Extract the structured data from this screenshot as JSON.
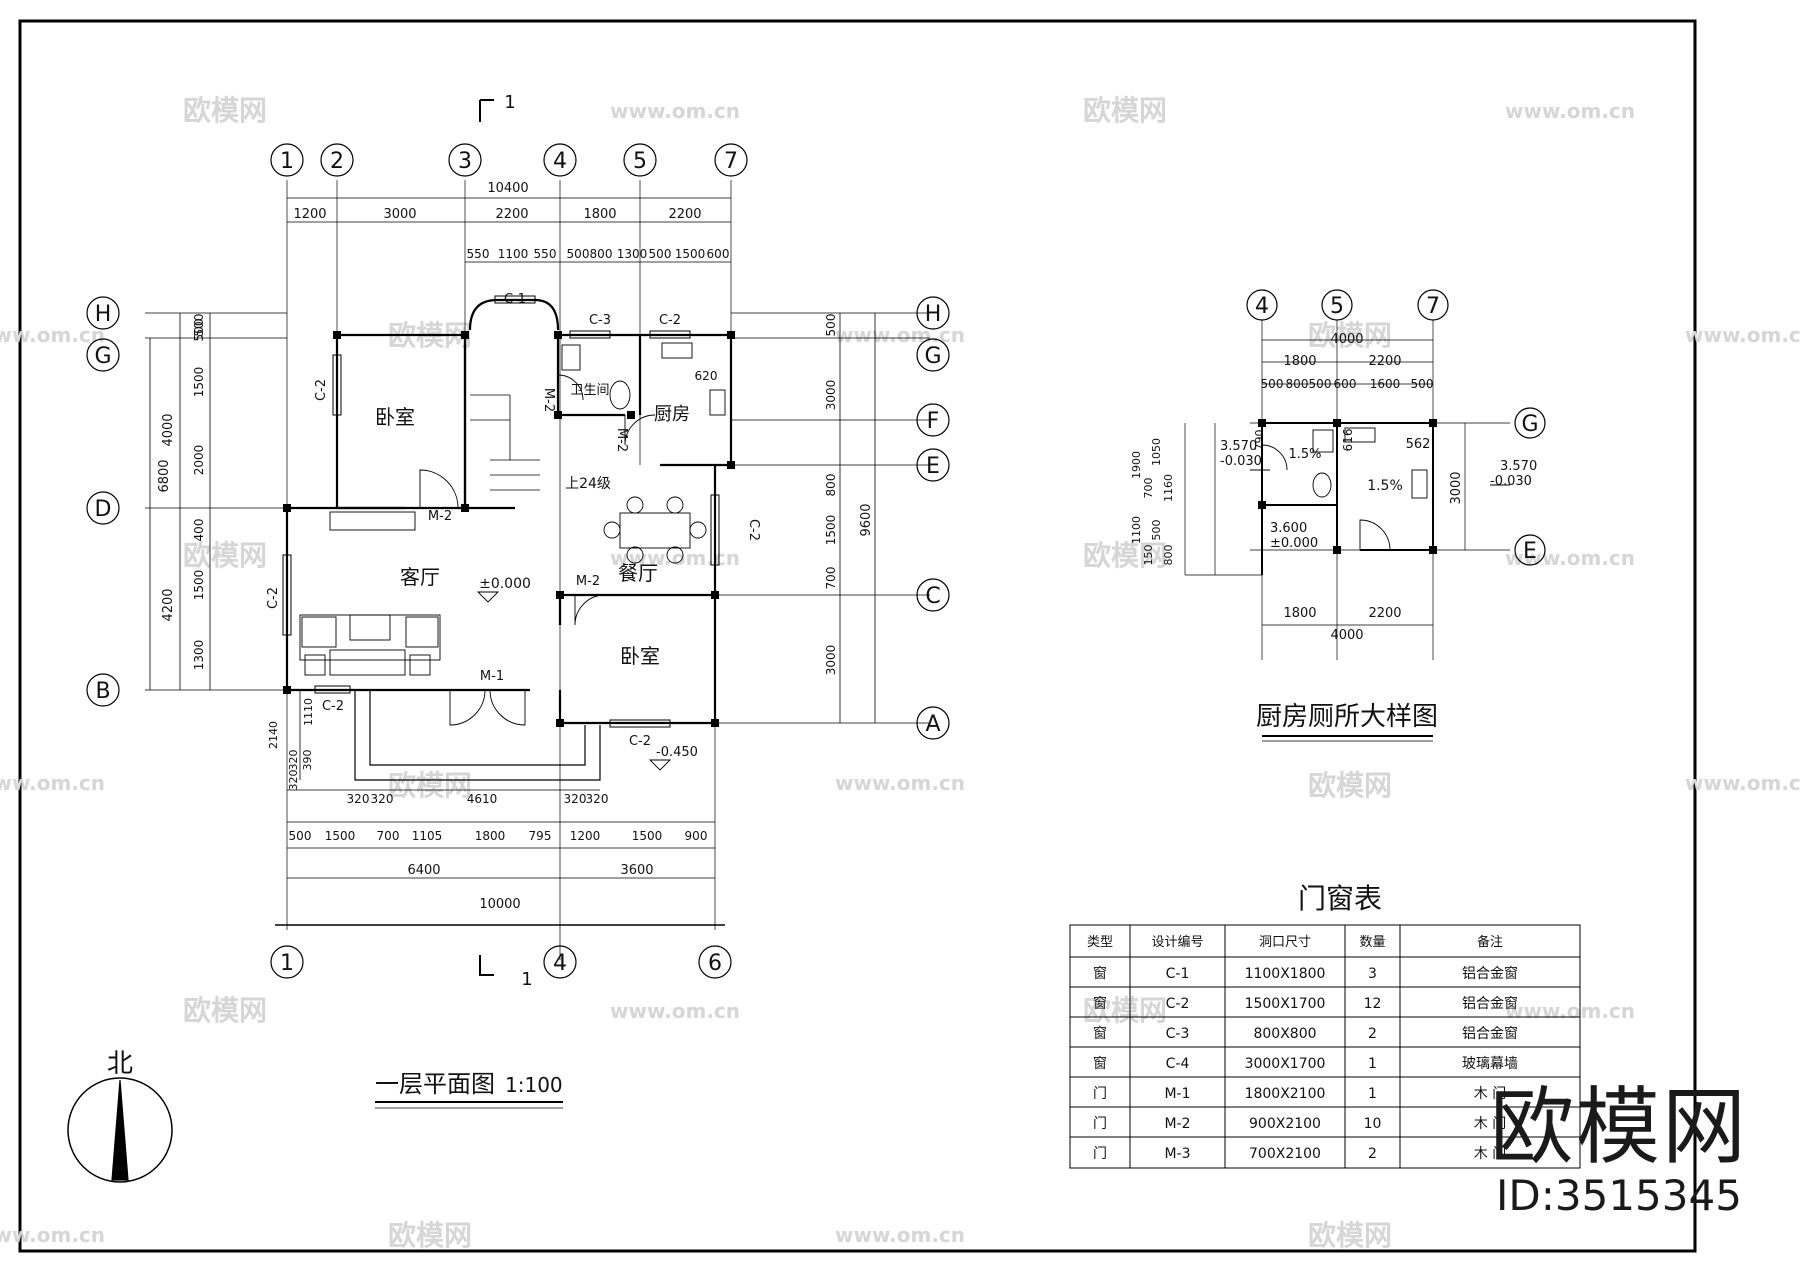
{
  "plan": {
    "section_mark": "1",
    "axes_top": [
      "1",
      "2",
      "3",
      "4",
      "5",
      "7"
    ],
    "axes_bottom": [
      "1",
      "4",
      "6"
    ],
    "axes_left": [
      "H",
      "G",
      "D",
      "B"
    ],
    "axes_right": [
      "H",
      "G",
      "F",
      "E",
      "C",
      "A"
    ],
    "dims_top_total": "10400",
    "dims_top_axis": [
      "1200",
      "3000",
      "2200",
      "1800",
      "2200"
    ],
    "dims_top_detail": [
      "550",
      "1100",
      "550",
      "500",
      "800",
      "1300",
      "500",
      "1500",
      "600"
    ],
    "dims_left_outer": [
      "6800",
      "4000",
      "4200"
    ],
    "dims_left_mid": [
      "500",
      "1500",
      "2000",
      "400",
      "1500",
      "1300",
      "500"
    ],
    "dims_left_porch": [
      "2140",
      "1110",
      "320",
      "390",
      "320"
    ],
    "dims_right_inner": [
      "500",
      "3000",
      "800",
      "1500",
      "700",
      "3000"
    ],
    "dims_right_total": "9600",
    "dims_bottom_porch": [
      "320",
      "320",
      "4610",
      "320",
      "320"
    ],
    "dims_bottom_detail": [
      "500",
      "1500",
      "700",
      "1105",
      "1800",
      "795",
      "1200",
      "1500",
      "900"
    ],
    "dims_bottom_axis": [
      "6400",
      "3600"
    ],
    "dims_bottom_total": "10000",
    "rooms": {
      "bedroom_1": "卧室",
      "bedroom_2": "卧室",
      "living": "客厅",
      "dining": "餐厅",
      "kitchen": "厨房",
      "wc": "卫生间"
    },
    "labels": {
      "c1": "C-1",
      "c2_left_top": "C-2",
      "c2_left_bot": "C-2",
      "c2_right": "C-2",
      "c2_porch": "C-2",
      "c2_bottom": "C-2",
      "c2_top": "C-2",
      "c3": "C-3",
      "m1": "M-1",
      "m2_a": "M-2",
      "m2_b": "M-2",
      "m2_c": "M-2",
      "m2_d": "M-2",
      "stair": "上24级",
      "elev_living": "±0.000",
      "elev_porch": "-0.450",
      "elev_kitchen": "620"
    },
    "title": "一层平面图",
    "scale": "1:100",
    "north": "北"
  },
  "detail": {
    "axes_top": [
      "4",
      "5",
      "7"
    ],
    "axes_right": [
      "G",
      "E"
    ],
    "dim_total_top": "4000",
    "dims_top": [
      "1800",
      "2200"
    ],
    "dims_top_detail": [
      "500",
      "800",
      "500",
      "600",
      "1600",
      "500"
    ],
    "dims_bottom": [
      "1800",
      "2200"
    ],
    "dim_total_bottom": "4000",
    "dims_left": [
      "1900",
      "1050",
      "790",
      "1100",
      "500",
      "700",
      "1160",
      "150",
      "800"
    ],
    "dims_right": [
      "3000"
    ],
    "elev_left": [
      "3.570",
      "-0.030"
    ],
    "elev_mid": [
      "3.600",
      "±0.000"
    ],
    "elev_right": [
      "3.570",
      "-0.030"
    ],
    "slope_1": "1.5%",
    "slope_2": "1.5%",
    "note_1": "562",
    "note_2": "616",
    "title": "厨房厕所大样图"
  },
  "table": {
    "title": "门窗表",
    "headers": [
      "类型",
      "设计编号",
      "洞口尺寸",
      "数量",
      "备注"
    ],
    "rows": [
      [
        "窗",
        "C-1",
        "1100X1800",
        "3",
        "铝合金窗"
      ],
      [
        "窗",
        "C-2",
        "1500X1700",
        "12",
        "铝合金窗"
      ],
      [
        "窗",
        "C-3",
        "800X800",
        "2",
        "铝合金窗"
      ],
      [
        "窗",
        "C-4",
        "3000X1700",
        "1",
        "玻璃幕墙"
      ],
      [
        "门",
        "M-1",
        "1800X2100",
        "1",
        "木 门"
      ],
      [
        "门",
        "M-2",
        "900X2100",
        "10",
        "木 门"
      ],
      [
        "门",
        "M-3",
        "700X2100",
        "2",
        "木 门"
      ]
    ]
  },
  "watermarks": {
    "logo": "欧模网",
    "url": "www.om.cn"
  },
  "brand": {
    "name": "欧模网",
    "id": "ID:3515345"
  }
}
